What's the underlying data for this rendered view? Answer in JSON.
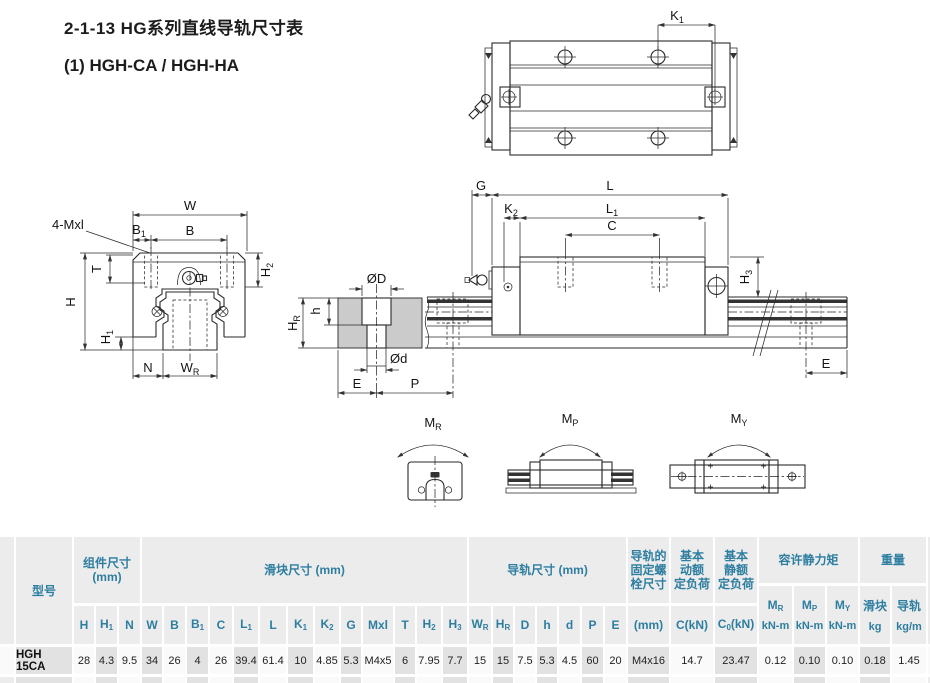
{
  "page": {
    "title": "2-1-13 HG系列直线导轨尺寸表",
    "subtitle": "(1) HGH-CA / HGH-HA"
  },
  "colors": {
    "header_text": "#2e7ea1",
    "table_bg": "#ececec",
    "cell_gray": "#e2e2e2",
    "cell_light": "#fafafa",
    "rail_fill": "#cbcbcb",
    "line": "#2a2a2a"
  },
  "dims": {
    "fourMxl": {
      "m": "4-Mxl",
      "s": ""
    },
    "W": {
      "m": "W",
      "s": ""
    },
    "B": {
      "m": "B",
      "s": ""
    },
    "B1": {
      "m": "B",
      "s": "1"
    },
    "T": {
      "m": "T",
      "s": ""
    },
    "H": {
      "m": "H",
      "s": ""
    },
    "H1": {
      "m": "H",
      "s": "1"
    },
    "H2": {
      "m": "H",
      "s": "2"
    },
    "H3": {
      "m": "H",
      "s": "3"
    },
    "N": {
      "m": "N",
      "s": ""
    },
    "WR": {
      "m": "W",
      "s": "R"
    },
    "HR": {
      "m": "H",
      "s": "R"
    },
    "K1": {
      "m": "K",
      "s": "1"
    },
    "K2": {
      "m": "K",
      "s": "2"
    },
    "G": {
      "m": "G",
      "s": ""
    },
    "L": {
      "m": "L",
      "s": ""
    },
    "L1": {
      "m": "L",
      "s": "1"
    },
    "C": {
      "m": "C",
      "s": ""
    },
    "E": {
      "m": "E",
      "s": ""
    },
    "P": {
      "m": "P",
      "s": ""
    },
    "h": {
      "m": "h",
      "s": ""
    },
    "OD": {
      "m": "ØD",
      "s": ""
    },
    "Od": {
      "m": "Ød",
      "s": ""
    },
    "MR": {
      "m": "M",
      "s": "R"
    },
    "MP": {
      "m": "M",
      "s": "P"
    },
    "MY": {
      "m": "M",
      "s": "Y"
    }
  },
  "table": {
    "groups": [
      {
        "model": true,
        "title": "型号",
        "cols": [
          {
            "v": "HGH 15CA"
          }
        ]
      },
      {
        "title": "组件尺寸\n(mm)",
        "cols": [
          {
            "pre": "H",
            "v": "28"
          },
          {
            "pre": "H",
            "sub": "1",
            "v": "4.3"
          },
          {
            "pre": "N",
            "v": "9.5"
          }
        ]
      },
      {
        "title": "滑块尺寸 (mm)",
        "cols": [
          {
            "pre": "W",
            "v": "34"
          },
          {
            "pre": "B",
            "v": "26"
          },
          {
            "pre": "B",
            "sub": "1",
            "v": "4"
          },
          {
            "pre": "C",
            "v": "26"
          },
          {
            "pre": "L",
            "sub": "1",
            "v": "39.4"
          },
          {
            "pre": "L",
            "v": "61.4"
          },
          {
            "pre": "K",
            "sub": "1",
            "v": "10"
          },
          {
            "pre": "K",
            "sub": "2",
            "v": "4.85"
          },
          {
            "pre": "G",
            "v": "5.3"
          },
          {
            "pre": "Mxl",
            "v": "M4x5"
          },
          {
            "pre": "T",
            "v": "6"
          },
          {
            "pre": "H",
            "sub": "2",
            "v": "7.95"
          },
          {
            "pre": "H",
            "sub": "3",
            "v": "7.7"
          }
        ]
      },
      {
        "title": "导轨尺寸 (mm)",
        "cols": [
          {
            "pre": "W",
            "sub": "R",
            "v": "15"
          },
          {
            "pre": "H",
            "sub": "R",
            "v": "15"
          },
          {
            "pre": "D",
            "v": "7.5"
          },
          {
            "pre": "h",
            "v": "5.3"
          },
          {
            "pre": "d",
            "v": "4.5"
          },
          {
            "pre": "P",
            "v": "60"
          },
          {
            "pre": "E",
            "v": "20"
          }
        ]
      },
      {
        "title": "导轨的\n固定螺\n栓尺寸",
        "cols": [
          {
            "pre": "(mm)",
            "v": "M4x16"
          }
        ]
      },
      {
        "title": "基本\n动额\n定负荷",
        "cols": [
          {
            "pre": "C(kN)",
            "v": "14.7"
          }
        ]
      },
      {
        "title": "基本\n静额\n定负荷",
        "cols": [
          {
            "pre": "C",
            "sub": "0",
            "post": "(kN)",
            "v": "23.47"
          }
        ]
      },
      {
        "title": "容许静力矩",
        "two": true,
        "cols": [
          {
            "pre": "M",
            "sub": "R",
            "unit": "kN-m",
            "v": "0.12"
          },
          {
            "pre": "M",
            "sub": "P",
            "unit": "kN-m",
            "v": "0.10"
          },
          {
            "pre": "M",
            "sub": "Y",
            "unit": "kN-m",
            "v": "0.10"
          }
        ]
      },
      {
        "title": "重量",
        "two": true,
        "cols": [
          {
            "pre": "滑块",
            "unit": "kg",
            "v": "0.18"
          },
          {
            "pre": "导轨",
            "unit": "kg/m",
            "v": "1.45"
          }
        ]
      }
    ]
  }
}
